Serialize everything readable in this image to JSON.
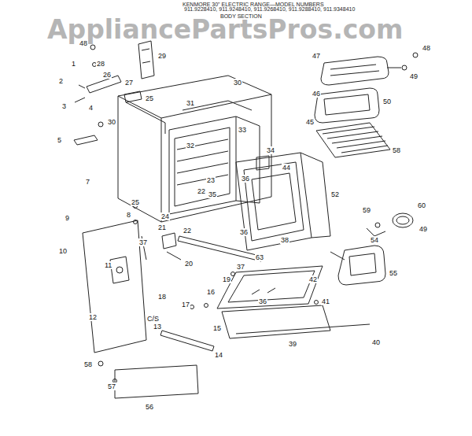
{
  "diagram": {
    "title": "KENMORE 30\" ELECTRIC RANGE—MODEL NUMBERS",
    "labels": [
      "AppliancePartsPros.com",
      "911.9228410, 911.9248410, 911.9268410, 911.9288410, 911.9348410",
      "BODY SECTION",
      "48",
      "28",
      "29",
      "1",
      "2",
      "26",
      "27",
      "3",
      "4",
      "25",
      "30",
      "5",
      "30",
      "31",
      "33",
      "32",
      "7",
      "34",
      "36",
      "44",
      "23",
      "35",
      "24",
      "22",
      "25",
      "9",
      "8",
      "21",
      "22",
      "52",
      "36",
      "38",
      "37",
      "10",
      "20",
      "11",
      "37",
      "63",
      "19",
      "42",
      "16",
      "18",
      "12",
      "17",
      "36",
      "41",
      "13",
      "15",
      "14",
      "39",
      "40",
      "58",
      "57",
      "56",
      "C/S",
      "47",
      "48",
      "46",
      "49",
      "50",
      "45",
      "58",
      "59",
      "60",
      "54",
      "49",
      "55"
    ]
  }
}
